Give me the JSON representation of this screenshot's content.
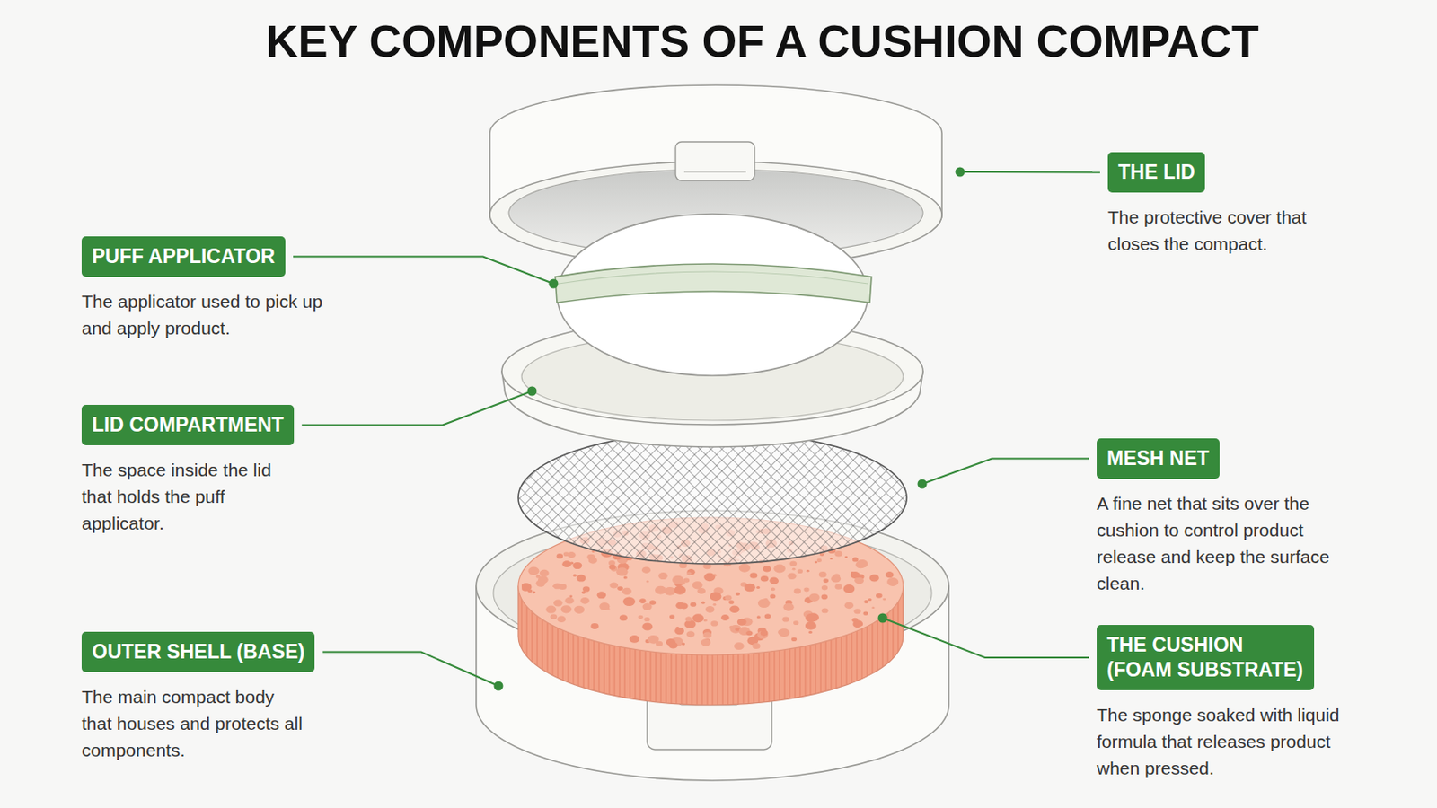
{
  "diagram": {
    "title": "KEY COMPONENTS OF A CUSHION COMPACT",
    "nodes": [
      {
        "text": [
          "THE LID",
          "The protective cover that closes the compact."
        ]
      },
      {
        "text": [
          "PUFF APPLICATOR",
          "The applicator used to pick up and apply product."
        ]
      },
      {
        "text": [
          "LID COMPARTMENT",
          "The space inside the lid that holds the puff applicator."
        ]
      },
      {
        "text": [
          "MESH NET",
          "A fine net that sits over the cushion to control product release and keep the surface clean."
        ]
      },
      {
        "text": [
          "OUTER SHELL (BASE)",
          "The main compact body that houses and protects all components."
        ]
      },
      {
        "text": [
          "THE CUSHION (FOAM SUBSTRATE)",
          "The sponge soaked with liquid formula that releases product when pressed."
        ]
      }
    ]
  }
}
